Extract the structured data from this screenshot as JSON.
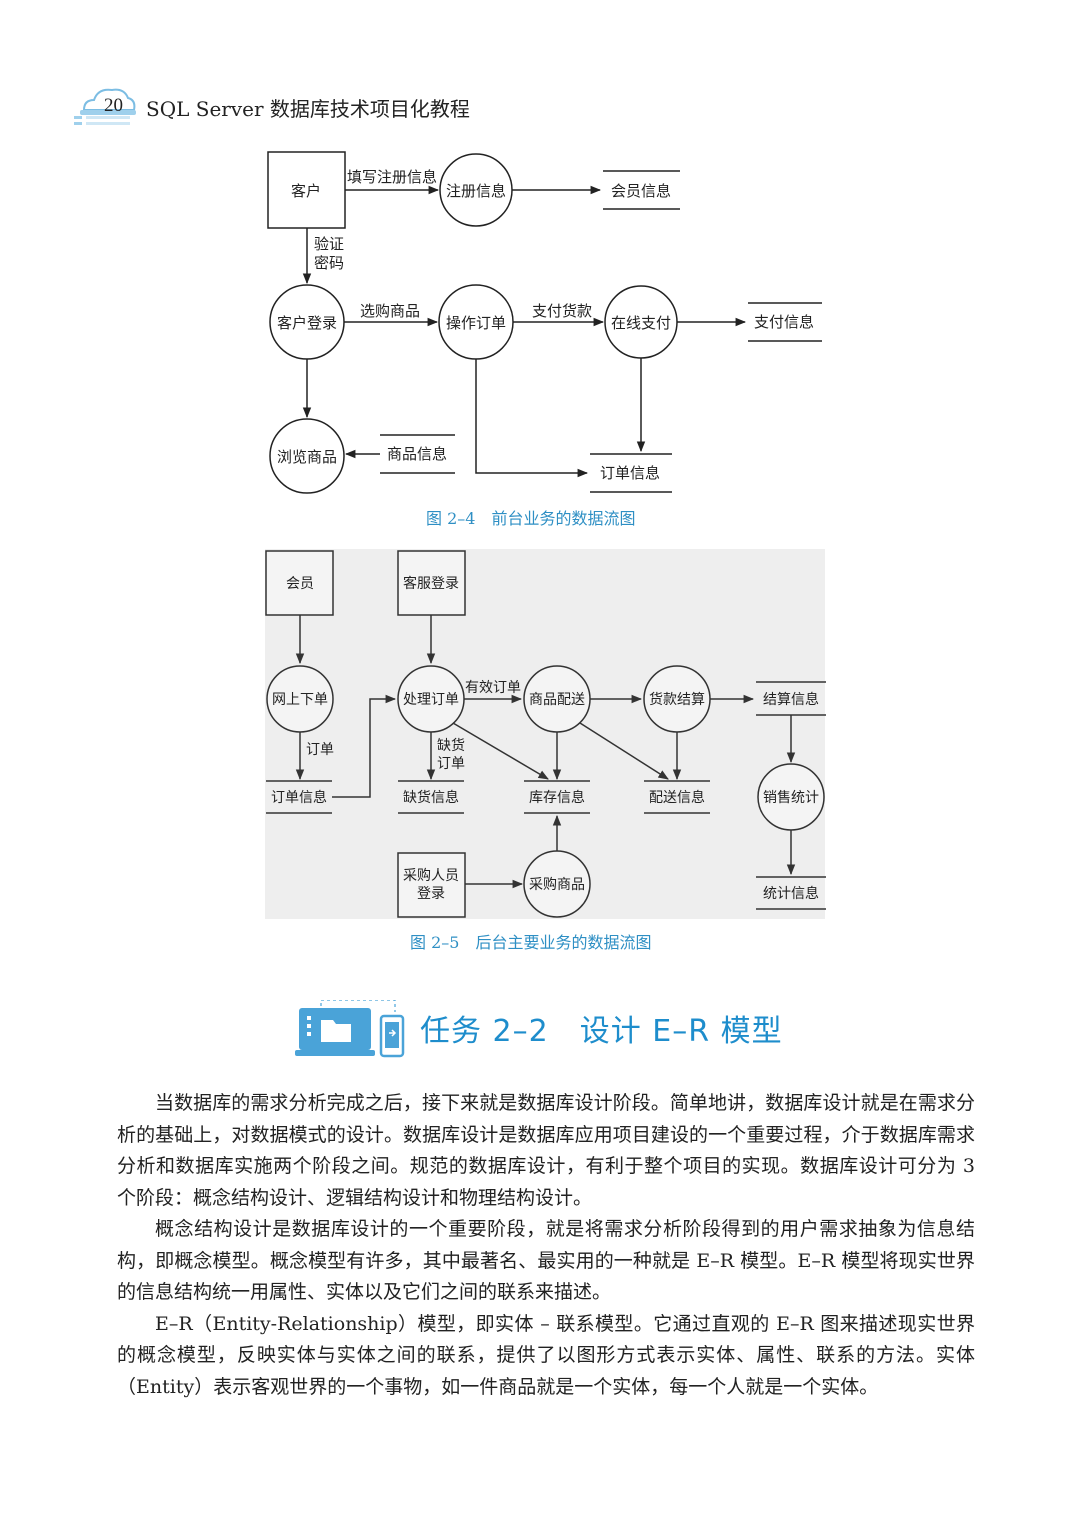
{
  "header": {
    "page_number": "20",
    "book_title": "SQL Server 数据库技术项目化教程"
  },
  "figure_1": {
    "caption": "图 2–4　前台业务的数据流图",
    "nodes": {
      "customer": "客户",
      "register_info_process": "注册信息",
      "member_info_store": "会员信息",
      "customer_login": "客户登录",
      "operate_order": "操作订单",
      "online_payment": "在线支付",
      "payment_info_store": "支付信息",
      "browse_goods": "浏览商品",
      "goods_info_store": "商品信息",
      "order_info_store": "订单信息"
    },
    "flows": {
      "fill_register": "填写注册信息",
      "verify_line1": "验证",
      "verify_line2": "密码",
      "select_goods": "选购商品",
      "pay": "支付货款"
    }
  },
  "figure_2": {
    "caption": "图 2–5　后台主要业务的数据流图",
    "nodes": {
      "member": "会员",
      "service_login": "客服登录",
      "online_order": "网上下单",
      "process_order": "处理订单",
      "goods_delivery": "商品配送",
      "payment_settle": "货款结算",
      "settle_info_store": "结算信息",
      "order_info_store": "订单信息",
      "shortage_info_store": "缺货信息",
      "stock_info_store": "库存信息",
      "delivery_info_store": "配送信息",
      "sales_stats": "销售统计",
      "purchaser_login_line1": "采购人员",
      "purchaser_login_line2": "登录",
      "purchase_goods": "采购商品",
      "stats_info_store": "统计信息"
    },
    "flows": {
      "valid_order": "有效订单",
      "order": "订单",
      "shortage_line1": "缺货",
      "shortage_line2": "订单"
    }
  },
  "task": {
    "title": "任务 2–2　设计 E–R 模型"
  },
  "paragraphs": [
    "当数据库的需求分析完成之后，接下来就是数据库设计阶段。简单地讲，数据库设计就是在需求分析的基础上，对数据模式的设计。数据库设计是数据库应用项目建设的一个重要过程，介于数据库需求分析和数据库实施两个阶段之间。规范的数据库设计，有利于整个项目的实现。数据库设计可分为 3 个阶段：概念结构设计、逻辑结构设计和物理结构设计。",
    "概念结构设计是数据库设计的一个重要阶段，就是将需求分析阶段得到的用户需求抽象为信息结构，即概念模型。概念模型有许多，其中最著名、最实用的一种就是 E–R 模型。E–R 模型将现实世界的信息结构统一用属性、实体以及它们之间的联系来描述。",
    "E–R（Entity-Relationship）模型，即实体 – 联系模型。它通过直观的 E–R 图来描述现实世界的概念模型，反映实体与实体之间的联系，提供了以图形方式表示实体、属性、联系的方法。实体（Entity）表示客观世界的一个事物，如一件商品就是一个实体，每一个人就是一个实体。"
  ],
  "colors": {
    "accent": "#1e8dcc",
    "caption": "#2e8fc4",
    "icon": "#4aa3d8"
  },
  "icons": {
    "header": "cloud-badge-icon",
    "task": "folder-phone-icon"
  }
}
